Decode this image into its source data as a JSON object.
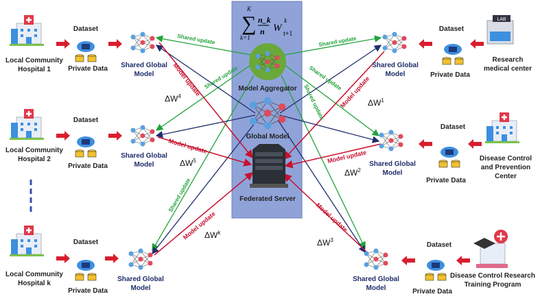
{
  "center": {
    "formula": {
      "sum_upper": "K",
      "sum_lower": "k=1",
      "numerator": "n_k",
      "denominator": "n",
      "weight": "W",
      "weight_sup": "k",
      "weight_sub": "t+1"
    },
    "aggregator_label": "Model Aggregator",
    "global_model_label": "Global Model",
    "server_label": "Federated Server",
    "panel_color": "#8fa3d9"
  },
  "common": {
    "dataset": "Dataset",
    "private_data": "Private Data",
    "shared_model_1": "Shared Global",
    "shared_model_2": "Model",
    "shared_update": "Shared update",
    "model_update": "Model update",
    "delta": "ΔW"
  },
  "left": [
    {
      "name1": "Local Community",
      "name2": "Hospital 1",
      "delta_sup": "4"
    },
    {
      "name1": "Local Community",
      "name2": "Hospital 2",
      "delta_sup": "5"
    },
    {
      "name1": "Local Community",
      "name2": "Hospital k",
      "delta_sup": "k"
    }
  ],
  "right": [
    {
      "name1": "Research",
      "name2": "medical center",
      "delta_sup": "1",
      "icon_text": "LAB"
    },
    {
      "name1": "Disease Control",
      "name2": "and Prevention",
      "name3": "Center",
      "delta_sup": "2"
    },
    {
      "name1": "Disease Control Research",
      "name2": "Training Program",
      "delta_sup": "3"
    }
  ],
  "colors": {
    "shared_update": "#22a33a",
    "global_push": "#1f2d6b",
    "model_update": "#c8102e"
  }
}
